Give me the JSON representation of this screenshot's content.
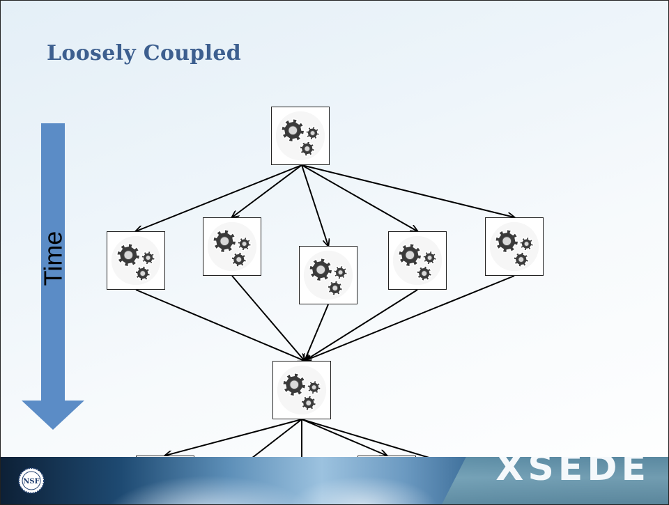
{
  "slide": {
    "title": "Loosely Coupled",
    "time_label": "Time",
    "logo_text": "XSEDE",
    "seal_text": "NSF"
  },
  "diagram": {
    "node_icon": "gears-icon",
    "colors": {
      "arrow_blue": "#5b8cc6",
      "title_blue": "#3d5f8f",
      "edge": "#000000"
    },
    "nodes": [
      {
        "id": "root"
      },
      {
        "id": "task-1"
      },
      {
        "id": "task-2"
      },
      {
        "id": "task-3"
      },
      {
        "id": "task-4"
      },
      {
        "id": "task-5"
      },
      {
        "id": "join"
      },
      {
        "id": "next-1"
      },
      {
        "id": "next-2"
      }
    ],
    "edges": [
      {
        "from": "root",
        "to": "task-1"
      },
      {
        "from": "root",
        "to": "task-2"
      },
      {
        "from": "root",
        "to": "task-3"
      },
      {
        "from": "root",
        "to": "task-4"
      },
      {
        "from": "root",
        "to": "task-5"
      },
      {
        "from": "task-1",
        "to": "join"
      },
      {
        "from": "task-2",
        "to": "join"
      },
      {
        "from": "task-3",
        "to": "join"
      },
      {
        "from": "task-4",
        "to": "join"
      },
      {
        "from": "task-5",
        "to": "join"
      },
      {
        "from": "join",
        "to": "next-1"
      },
      {
        "from": "join",
        "to": "next-2"
      }
    ]
  }
}
